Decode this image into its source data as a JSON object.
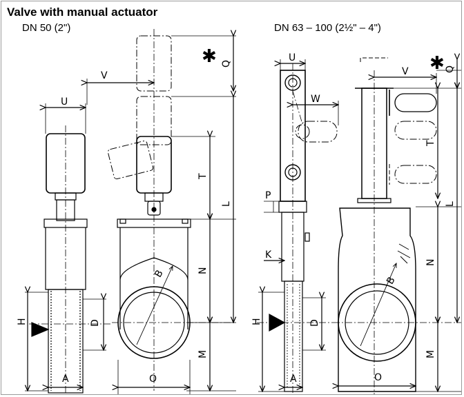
{
  "title": "Valve with manual actuator",
  "subtitles": {
    "left": "DN 50 (2\")",
    "right": "DN 63 – 100 (2½\" – 4\")"
  },
  "note_symbol": "✱",
  "colors": {
    "line": "#000000",
    "frame": "#9a9a9a",
    "centerline": "#000000"
  },
  "dim_labels": {
    "U": "U",
    "A": "A",
    "H": "H",
    "D": "D",
    "V": "V",
    "Q": "Q",
    "T": "T",
    "L": "L",
    "N": "N",
    "M": "M",
    "O": "O",
    "B": "B",
    "W": "W",
    "P": "P",
    "K": "K"
  }
}
